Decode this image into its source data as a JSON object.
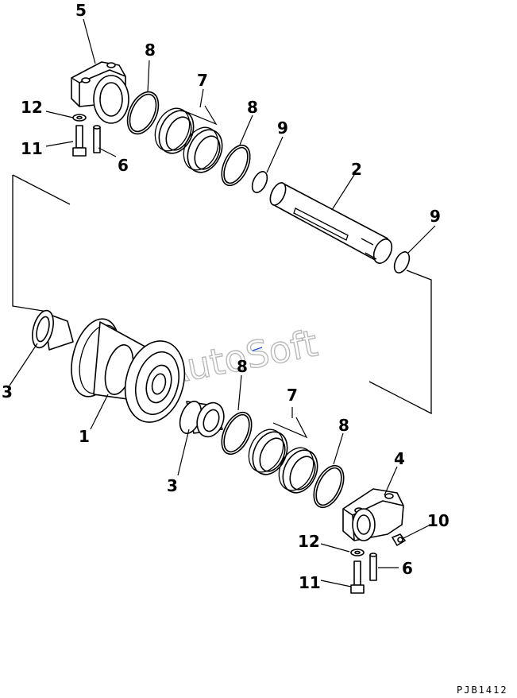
{
  "callouts": {
    "c1": "1",
    "c2": "2",
    "c3a": "3",
    "c3b": "3",
    "c4": "4",
    "c5": "5",
    "c6a": "6",
    "c6b": "6",
    "c7a": "7",
    "c7b": "7",
    "c8a": "8",
    "c8b": "8",
    "c8c": "8",
    "c8d": "8",
    "c9a": "9",
    "c9b": "9",
    "c10": "10",
    "c11a": "11",
    "c11b": "11",
    "c12a": "12",
    "c12b": "12"
  },
  "drawing_code": "PJB1412",
  "watermark": "AutoSoft",
  "colors": {
    "line": "#000000",
    "watermark": "#b9b9b9",
    "marker": "#1f4fd6"
  }
}
